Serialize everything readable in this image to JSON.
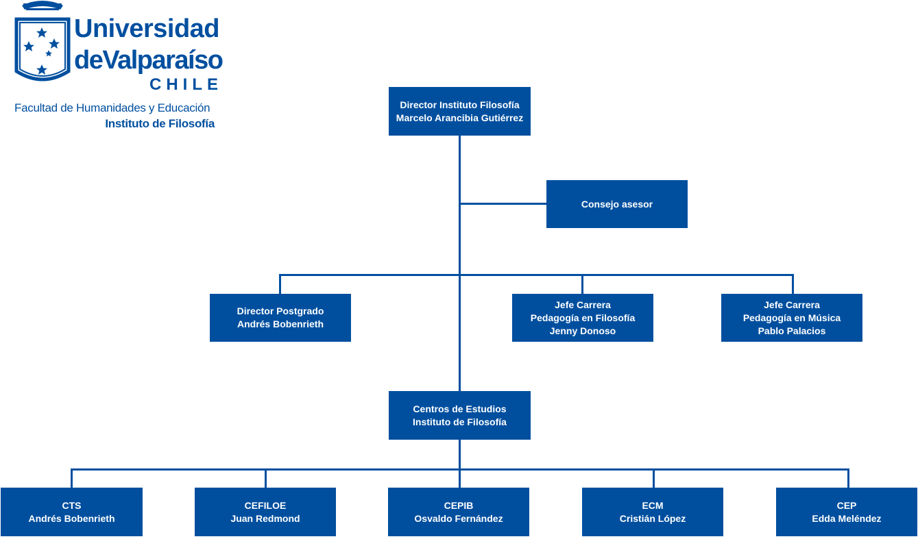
{
  "logo": {
    "line1": "Universidad",
    "line2": "deValparaíso",
    "line3": "CHILE",
    "faculty": "Facultad de Humanidades y Educación",
    "institute": "Instituto de Filosofía",
    "icon": "shield-stars-icon"
  },
  "colors": {
    "brand": "#004f9f",
    "background": "#ffffff"
  },
  "nodes": {
    "director": {
      "line1": "Director Instituto Filosofía",
      "line2": "Marcelo Arancibia Gutiérrez"
    },
    "consejo": {
      "line1": "Consejo asesor"
    },
    "postgrado": {
      "line1": "Director Postgrado",
      "line2": "Andrés Bobenrieth"
    },
    "jefe_filosofia": {
      "line1": "Jefe Carrera",
      "line2": "Pedagogía en Filosofía",
      "line3": "Jenny Donoso"
    },
    "jefe_musica": {
      "line1": "Jefe Carrera",
      "line2": "Pedagogía en Música",
      "line3": "Pablo Palacios"
    },
    "centros": {
      "line1": "Centros de Estudios",
      "line2": "Instituto de Filosofía"
    },
    "cts": {
      "line1": "CTS",
      "line2": "Andrés Bobenrieth"
    },
    "cefiloe": {
      "line1": "CEFILOE",
      "line2": "Juan Redmond"
    },
    "cepib": {
      "line1": "CEPIB",
      "line2": "Osvaldo Fernández"
    },
    "ecm": {
      "line1": "ECM",
      "line2": "Cristián López"
    },
    "cep": {
      "line1": "CEP",
      "line2": "Edda Meléndez"
    }
  }
}
